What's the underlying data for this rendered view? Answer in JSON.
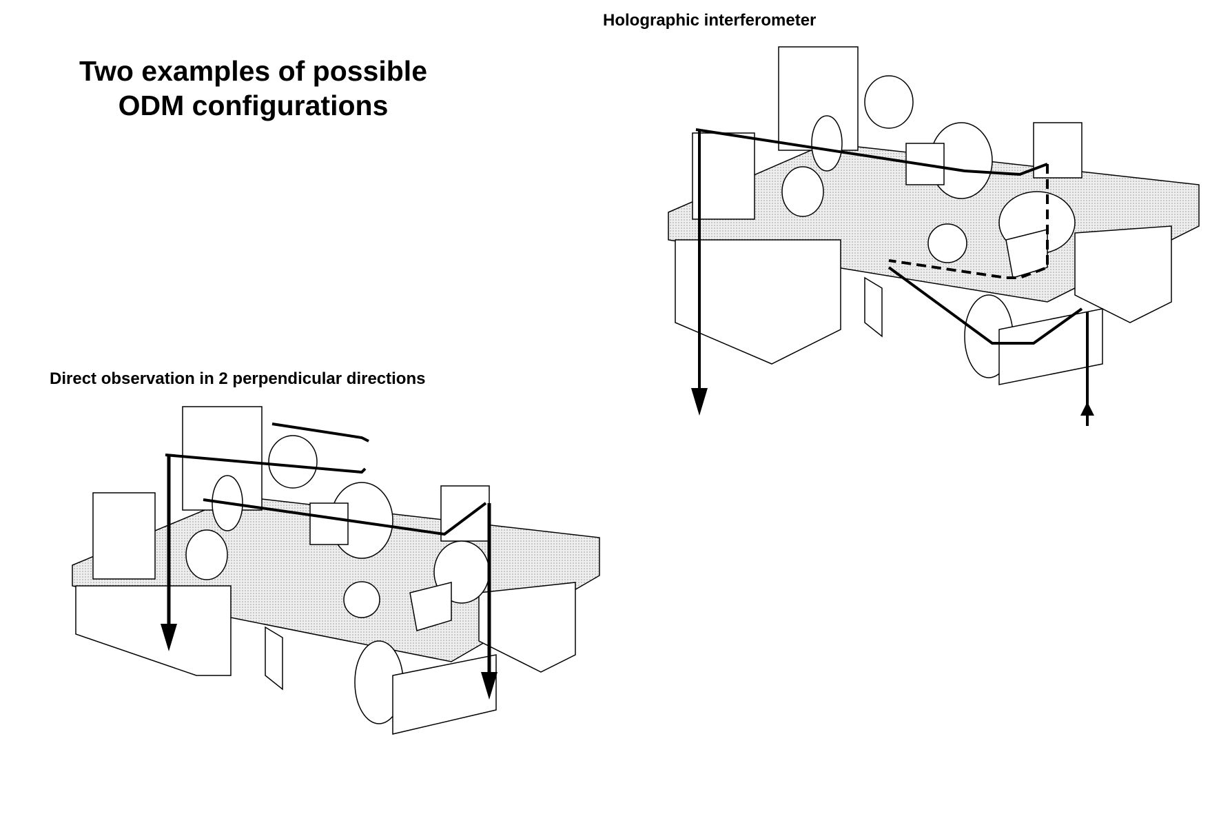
{
  "title": {
    "line1": "Two examples of possible",
    "line2": "ODM configurations"
  },
  "diagrams": [
    {
      "caption": "Holographic interferometer"
    },
    {
      "caption": "Direct observation in 2 perpendicular directions"
    }
  ]
}
